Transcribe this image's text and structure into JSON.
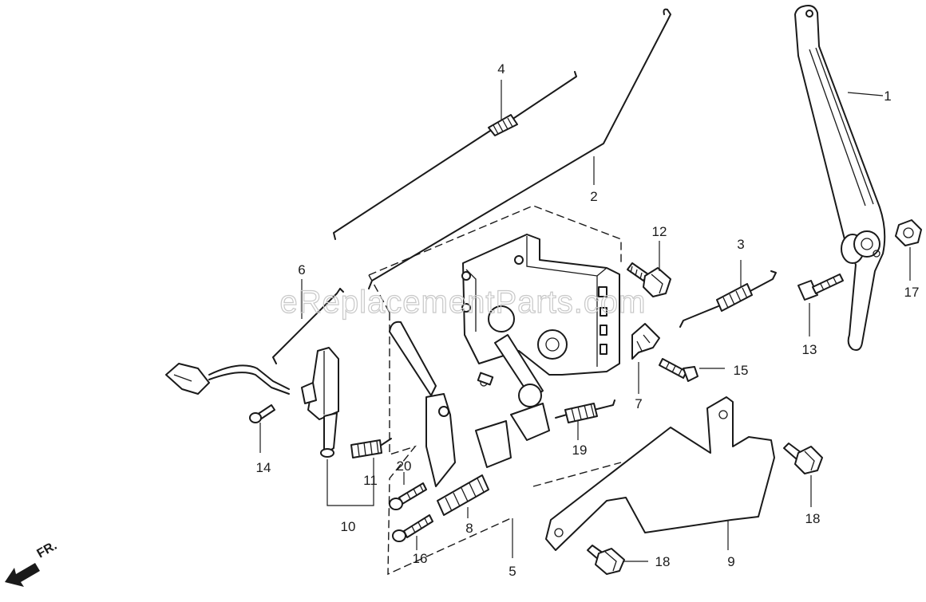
{
  "watermark": "eReplacementParts.com",
  "direction_label": "FR.",
  "callouts": [
    "1",
    "2",
    "3",
    "4",
    "5",
    "6",
    "7",
    "8",
    "9",
    "10",
    "11",
    "12",
    "13",
    "14",
    "15",
    "16",
    "17",
    "18",
    "18",
    "19",
    "20"
  ]
}
